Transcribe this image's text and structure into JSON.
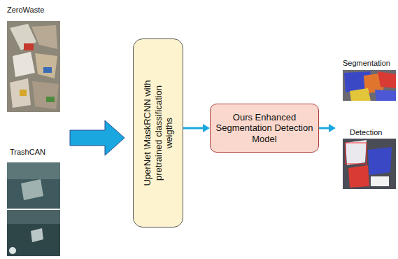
{
  "diagram": {
    "nodes": [
      {
        "text": [
          "UperNet \\MaskRCNN with pretrained classification weigths"
        ]
      },
      {
        "text": [
          "Ours Enhanced Segmentation Detection Model"
        ]
      }
    ],
    "edges": [
      {
        "from": 0,
        "to": 1,
        "arrow": "to"
      }
    ],
    "labels": [
      "ZeroWaste",
      "TrashCAN",
      "Segmentation",
      "Detection"
    ]
  }
}
